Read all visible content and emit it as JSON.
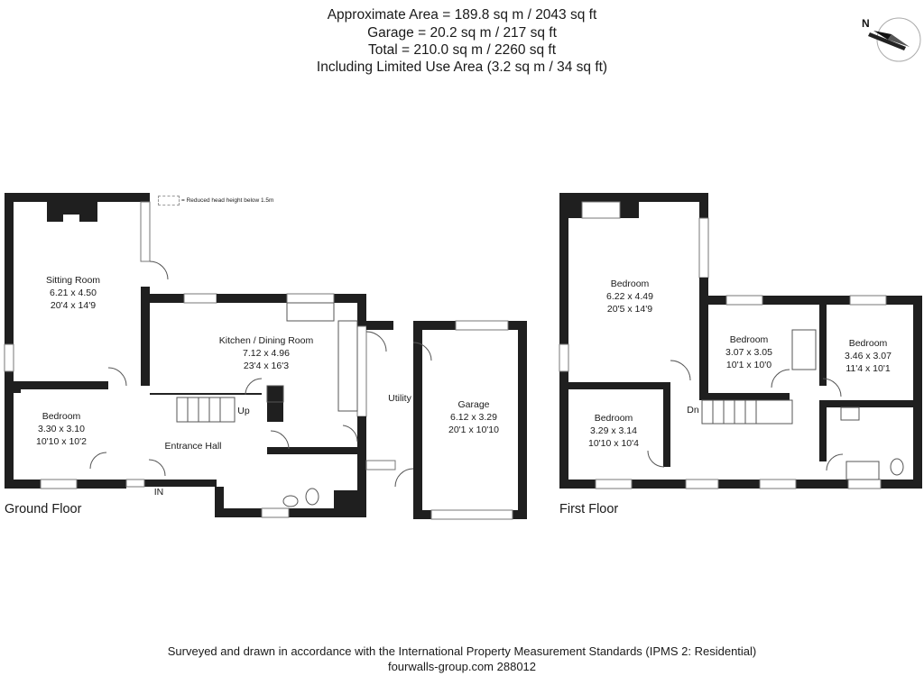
{
  "header": {
    "line1": "Approximate  Area = 189.8 sq m / 2043 sq ft",
    "line2": "Garage = 20.2 sq m / 217 sq ft",
    "line3": "Total = 210.0 sq m / 2260 sq ft",
    "line4": "Including Limited Use Area (3.2 sq m / 34 sq ft)"
  },
  "legend": {
    "text": "= Reduced head height below 1.5m"
  },
  "compass": {
    "letter": "N"
  },
  "floors": {
    "ground": {
      "label": "Ground Floor",
      "rooms": {
        "sitting": {
          "name": "Sitting Room",
          "metric": "6.21 x 4.50",
          "imperial": "20'4 x 14'9"
        },
        "kitchen": {
          "name": "Kitchen / Dining Room",
          "metric": "7.12 x 4.96",
          "imperial": "23'4 x 16'3"
        },
        "bedroom": {
          "name": "Bedroom",
          "metric": "3.30 x 3.10",
          "imperial": "10'10 x 10'2"
        },
        "hall": {
          "name": "Entrance Hall"
        },
        "utility": {
          "name": "Utility"
        },
        "garage": {
          "name": "Garage",
          "metric": "6.12 x 3.29",
          "imperial": "20'1 x 10'10"
        }
      },
      "markers": {
        "up": "Up",
        "in": "IN"
      }
    },
    "first": {
      "label": "First Floor",
      "rooms": {
        "bed1": {
          "name": "Bedroom",
          "metric": "6.22 x 4.49",
          "imperial": "20'5 x 14'9"
        },
        "bed2": {
          "name": "Bedroom",
          "metric": "3.07 x 3.05",
          "imperial": "10'1 x 10'0"
        },
        "bed3": {
          "name": "Bedroom",
          "metric": "3.46 x 3.07",
          "imperial": "11'4 x 10'1"
        },
        "bed4": {
          "name": "Bedroom",
          "metric": "3.29 x 3.14",
          "imperial": "10'10 x 10'4"
        }
      },
      "markers": {
        "down": "Dn"
      }
    }
  },
  "footer": {
    "line1": "Surveyed and drawn in accordance with the International Property Measurement Standards (IPMS 2: Residential)",
    "line2": "fourwalls-group.com 288012"
  }
}
